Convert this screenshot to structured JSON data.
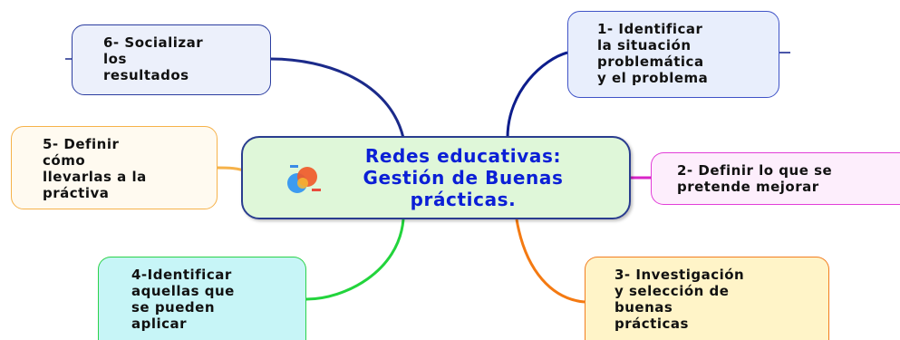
{
  "central": {
    "title": "Redes educativas:\nGestión de Buenas\nprácticas.",
    "icon": "mind-map-icon",
    "fill_color": "#dff7d9",
    "border_color": "#2a3d8f",
    "title_color": "#0b1fd6"
  },
  "topics": [
    {
      "text": "1- Identificar\nla situación\nproblemática\ny el problema",
      "fill_color": "#e8eefc",
      "border_color": "#3f53c7",
      "link_color": "#0d1d8c"
    },
    {
      "text": "2- Definir lo que se\npretende mejorar",
      "fill_color": "#fdeefc",
      "border_color": "#e23fd8",
      "link_color": "#d825c7"
    },
    {
      "text": "3- Investigación\ny selección de\nbuenas\nprácticas",
      "fill_color": "#fff4c8",
      "border_color": "#f27d1f",
      "link_color": "#f47a12"
    },
    {
      "text": "4-Identificar\naquellas que\nse pueden\naplicar",
      "fill_color": "#c7f5f7",
      "border_color": "#2bd24a",
      "link_color": "#22d43c"
    },
    {
      "text": "5- Definir\ncómo\nllevarlas a la\npráctiva",
      "fill_color": "#fffaf0",
      "border_color": "#f6b24a",
      "link_color": "#f6b24a"
    },
    {
      "text": "6- Socializar\nlos\nresultados",
      "fill_color": "#ecf0fb",
      "border_color": "#2b3da0",
      "link_color": "#1b2a8a"
    }
  ]
}
